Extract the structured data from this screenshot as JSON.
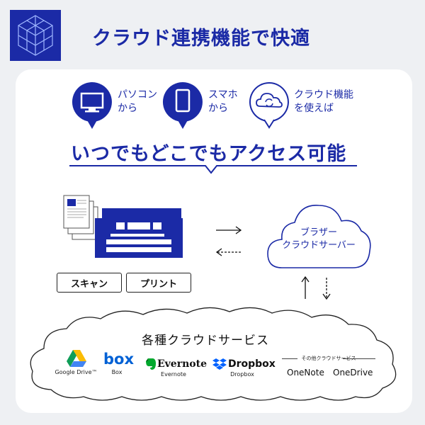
{
  "header": {
    "title": "クラウド連携機能で快適"
  },
  "features": [
    {
      "line1": "パソコン",
      "line2": "から"
    },
    {
      "line1": "スマホ",
      "line2": "から"
    },
    {
      "line1": "クラウド機能",
      "line2": "を使えば"
    }
  ],
  "headline": "いつでもどこでもアクセス可能",
  "buttons": {
    "scan": "スキャン",
    "print": "プリント"
  },
  "cloud": {
    "line1": "ブラザー",
    "line2": "クラウドサーバー"
  },
  "services": {
    "title": "各種クラウドサービス",
    "items": [
      {
        "logo": "",
        "name": "Google Drive™"
      },
      {
        "logo": "box",
        "name": "Box"
      },
      {
        "logo": "Evernote",
        "name": "Evernote"
      },
      {
        "logo": "Dropbox",
        "name": "Dropbox"
      }
    ],
    "other_label": "その他クラウドサービス",
    "others": [
      "OneNote",
      "OneDrive"
    ]
  },
  "colors": {
    "brand": "#1b2aa6",
    "background": "#eef0f3"
  }
}
